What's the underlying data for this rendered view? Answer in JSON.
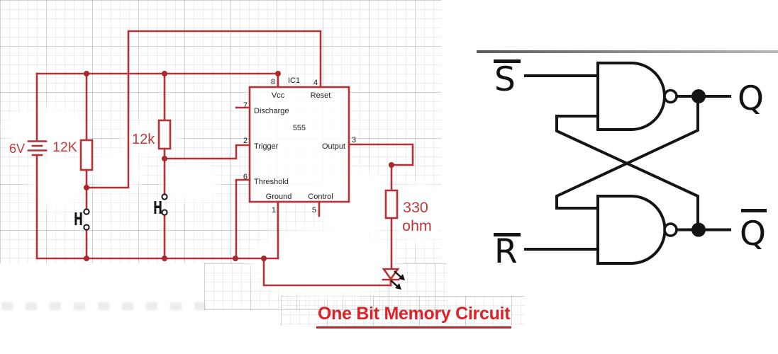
{
  "title": "One Bit Memory Circuit",
  "colors": {
    "circuit_red": "#b43236",
    "label_red": "#c0393d",
    "title_red": "#dc2127",
    "ink_black": "#141414"
  },
  "left_circuit": {
    "battery_label": "6V",
    "resistor1_label": "12K",
    "resistor2_label": "12k",
    "series_resistor_label_line1": "330",
    "series_resistor_label_line2": "ohm",
    "switch_actuator_glyph": "H",
    "ic": {
      "designator": "IC1",
      "part_number": "555",
      "pins": [
        {
          "num": "8",
          "label": "Vcc"
        },
        {
          "num": "4",
          "label": "Reset"
        },
        {
          "num": "7",
          "label": "Discharge"
        },
        {
          "num": "2",
          "label": "Trigger"
        },
        {
          "num": "6",
          "label": "Threshold"
        },
        {
          "num": "3",
          "label": "Output"
        },
        {
          "num": "1",
          "label": "Ground"
        },
        {
          "num": "5",
          "label": "Control"
        }
      ]
    }
  },
  "latch": {
    "input_set": "S",
    "input_reset": "R",
    "output_q": "Q",
    "output_qbar": "Q"
  }
}
